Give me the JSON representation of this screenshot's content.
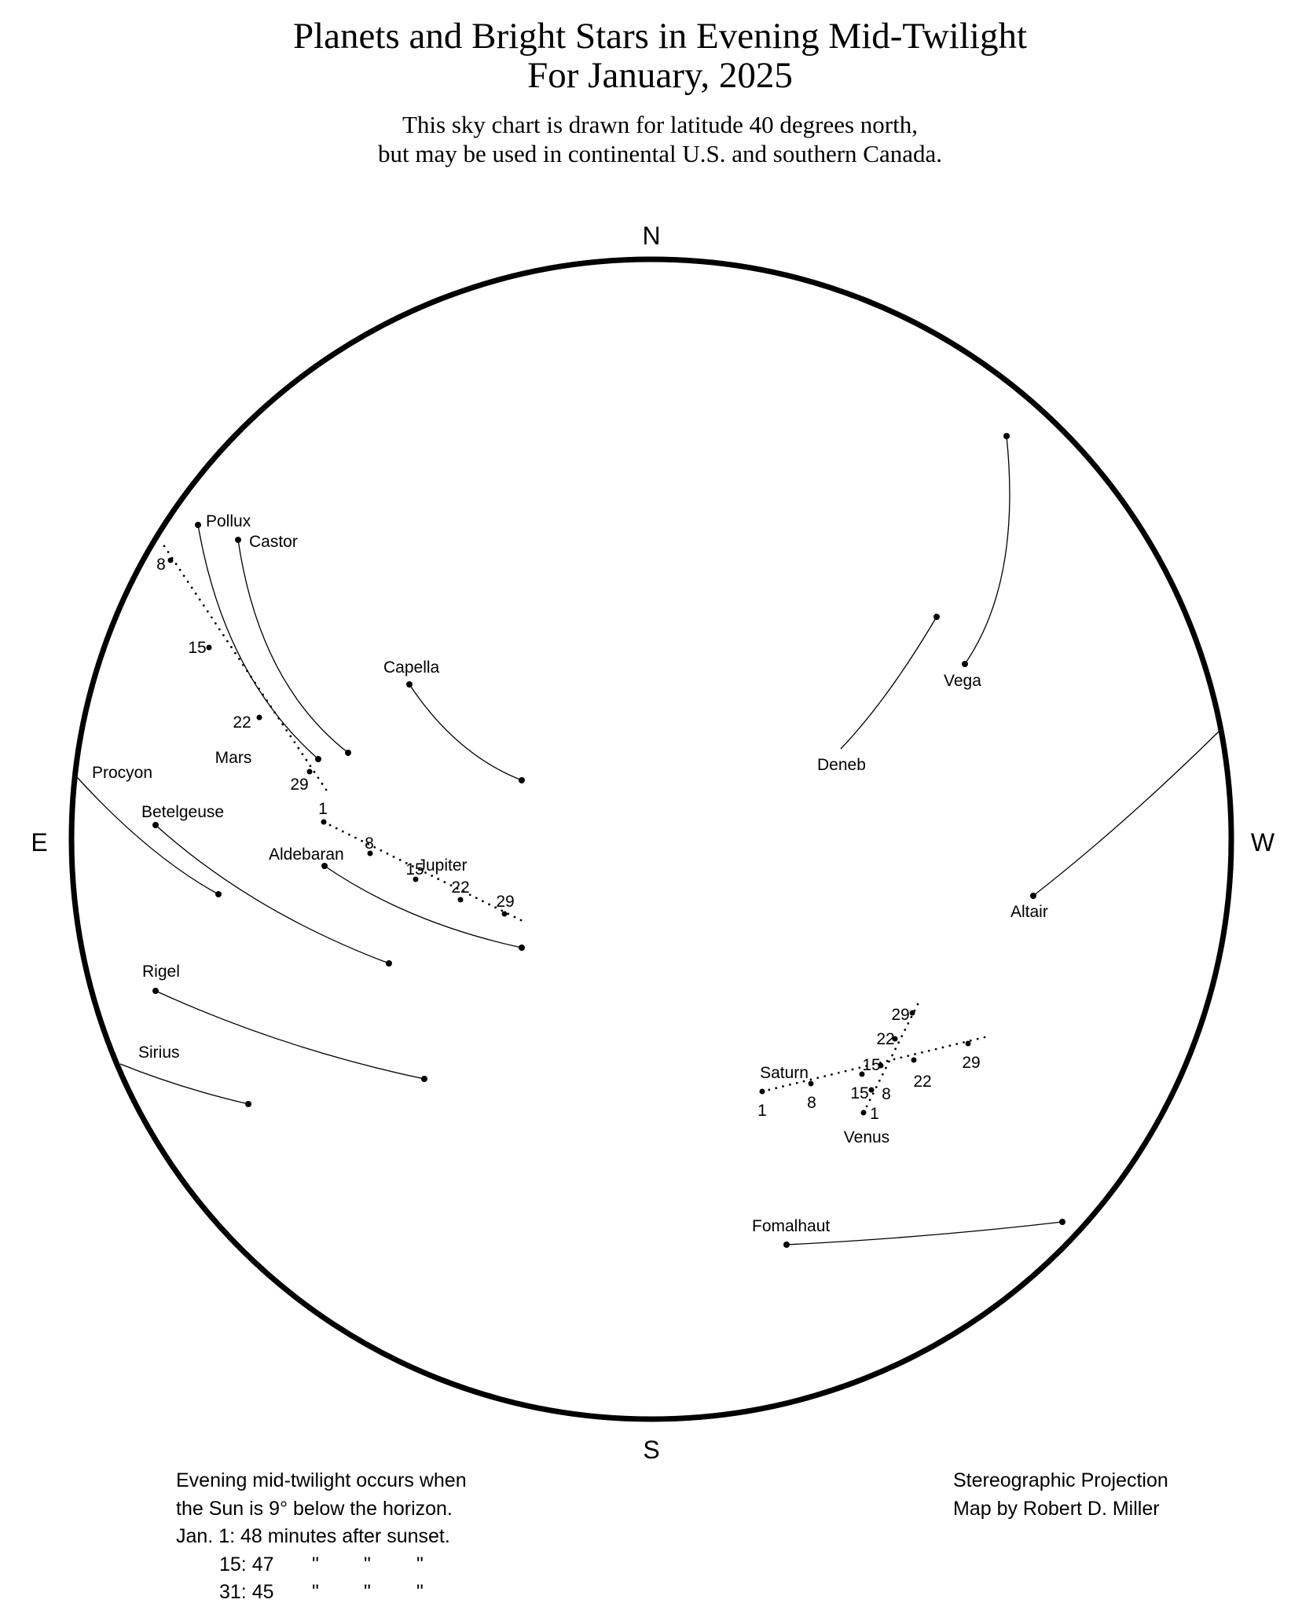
{
  "title": {
    "line1": "Planets and Bright Stars in Evening Mid-Twilight",
    "line2": "For January, 2025",
    "subtitle1": "This sky chart is drawn for latitude 40 degrees north,",
    "subtitle2": "but may be used in continental U.S. and southern Canada."
  },
  "compass": {
    "north": "N",
    "south": "S",
    "east": "E",
    "west": "W"
  },
  "stars": [
    "Pollux",
    "Castor",
    "Capella",
    "Procyon",
    "Betelgeuse",
    "Aldebaran",
    "Rigel",
    "Sirius",
    "Vega",
    "Deneb",
    "Altair",
    "Fomalhaut"
  ],
  "planets": [
    {
      "name": "Mars",
      "dates": [
        "8",
        "15",
        "22",
        "29"
      ]
    },
    {
      "name": "Jupiter",
      "dates": [
        "1",
        "8",
        "15",
        "22",
        "29"
      ]
    },
    {
      "name": "Saturn",
      "dates": [
        "1",
        "8",
        "15",
        "22",
        "29"
      ]
    },
    {
      "name": "Venus",
      "dates": [
        "1",
        "8",
        "15",
        "22",
        "29"
      ]
    }
  ],
  "notes_left": {
    "line1": "Evening mid-twilight occurs when",
    "line2": "the Sun is 9° below the horizon.",
    "line3": "Jan.  1: 48 minutes after sunset.",
    "row2_date": "15: 47",
    "row3_date": "31: 45",
    "ditto": "\""
  },
  "notes_right": {
    "line1": "Stereographic Projection",
    "line2": "Map by Robert D. Miller"
  }
}
